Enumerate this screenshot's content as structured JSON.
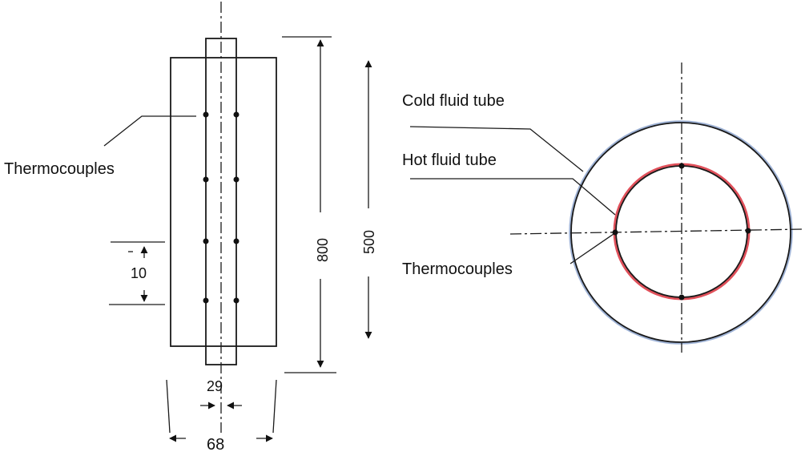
{
  "labels": {
    "thermocouples_left": "Thermocouples",
    "cold_fluid_tube": "Cold fluid tube",
    "hot_fluid_tube": "Hot fluid tube",
    "thermocouples_right": "Thermocouples"
  },
  "dimensions": {
    "spacing": "10",
    "total_length": "800",
    "test_length": "500",
    "inner_diameter": "29",
    "outer_diameter": "68"
  },
  "colors": {
    "cold_tube_outline": "#9fb3d6",
    "hot_tube_outline": "#e0505a",
    "line": "#1a1a1a"
  }
}
